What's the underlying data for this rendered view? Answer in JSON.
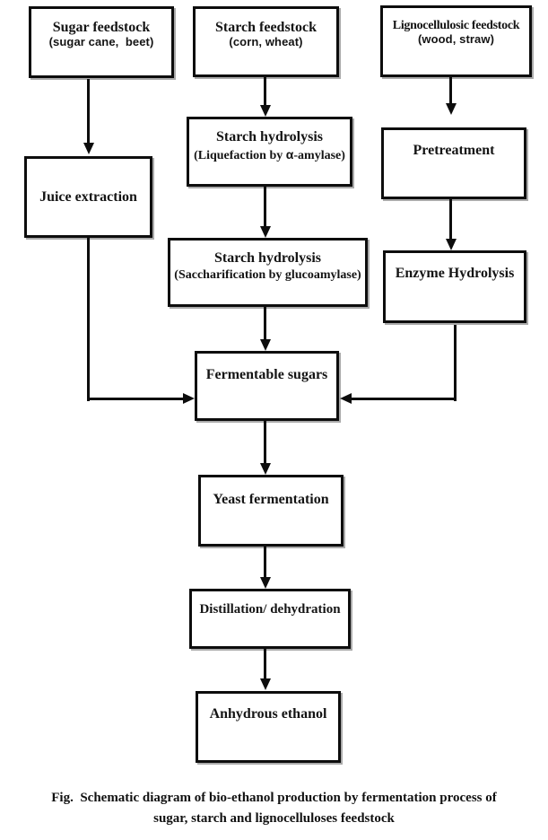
{
  "figure": {
    "type": "flowchart",
    "nodes": {
      "sugar_feedstock": {
        "title": "Sugar feedstock",
        "subtitle": "(sugar cane,  beet)"
      },
      "starch_feedstock": {
        "title": "Starch feedstock",
        "subtitle": "(corn, wheat)"
      },
      "ligno_feedstock": {
        "title": "Lignocellulosic feedstock",
        "subtitle": "(wood, straw)"
      },
      "juice_extraction": {
        "title": "Juice extraction"
      },
      "starch_hydrolysis_liquefaction": {
        "title": "Starch hydrolysis",
        "subtitle_parts": {
          "pre": "(Liquefaction by ",
          "alpha": "α",
          "post": "-amylase)"
        }
      },
      "pretreatment": {
        "title": "Pretreatment"
      },
      "starch_hydrolysis_saccharification": {
        "title": "Starch hydrolysis",
        "subtitle": "(Saccharification by glucoamylase)"
      },
      "enzyme_hydrolysis": {
        "title": "Enzyme Hydrolysis"
      },
      "fermentable_sugars": {
        "title": "Fermentable sugars"
      },
      "yeast_fermentation": {
        "title": "Yeast fermentation"
      },
      "distillation_dehydration": {
        "title": "Distillation/ dehydration"
      },
      "anhydrous_ethanol": {
        "title": "Anhydrous ethanol"
      }
    },
    "edges": [
      {
        "from": "sugar_feedstock",
        "to": "juice_extraction"
      },
      {
        "from": "starch_feedstock",
        "to": "starch_hydrolysis_liquefaction"
      },
      {
        "from": "ligno_feedstock",
        "to": "pretreatment"
      },
      {
        "from": "starch_hydrolysis_liquefaction",
        "to": "starch_hydrolysis_saccharification"
      },
      {
        "from": "pretreatment",
        "to": "enzyme_hydrolysis"
      },
      {
        "from": "starch_hydrolysis_saccharification",
        "to": "fermentable_sugars"
      },
      {
        "from": "juice_extraction",
        "to": "fermentable_sugars"
      },
      {
        "from": "enzyme_hydrolysis",
        "to": "fermentable_sugars"
      },
      {
        "from": "fermentable_sugars",
        "to": "yeast_fermentation"
      },
      {
        "from": "yeast_fermentation",
        "to": "distillation_dehydration"
      },
      {
        "from": "distillation_dehydration",
        "to": "anhydrous_ethanol"
      }
    ],
    "caption": {
      "line1": "Fig.  Schematic diagram of bio-ethanol production by fermentation process of",
      "line2": "sugar, starch and lignocelluloses feedstock"
    },
    "colors": {
      "background": "#ffffff",
      "line": "#0d0d0d",
      "text": "#141414",
      "box_shadow": "#7d7d7d"
    }
  }
}
